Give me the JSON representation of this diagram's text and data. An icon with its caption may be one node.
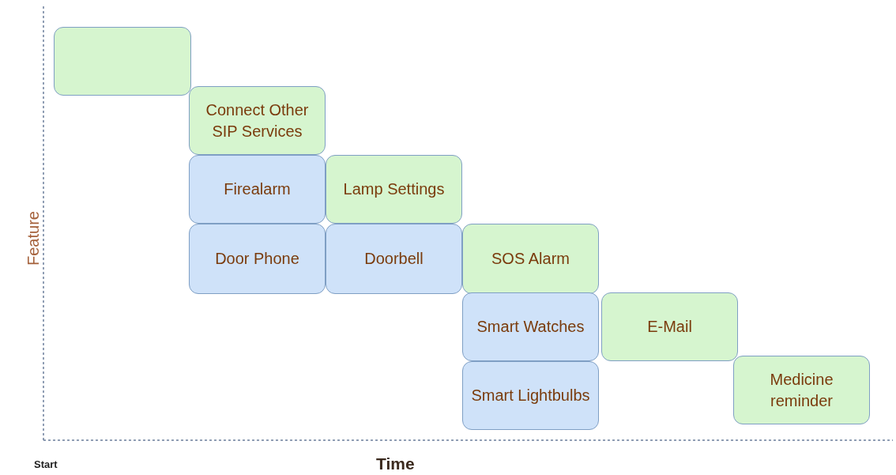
{
  "diagram": {
    "nodes": [
      {
        "text": [],
        "shape": "box"
      },
      {
        "text": [
          "Connect Other SIP Services"
        ]
      },
      {
        "text": [
          "Firealarm"
        ]
      },
      {
        "text": [
          "Lamp Settings"
        ]
      },
      {
        "text": [
          "Door Phone"
        ]
      },
      {
        "text": [
          "Doorbell"
        ]
      },
      {
        "text": [
          "SOS Alarm"
        ]
      },
      {
        "text": [
          "Smart Watches"
        ]
      },
      {
        "text": [
          "E-Mail"
        ]
      },
      {
        "text": [
          "Smart Lightbulbs"
        ]
      },
      {
        "text": [
          "Medicine reminder"
        ]
      }
    ],
    "edges": [],
    "labels": [
      "Feature",
      "Start",
      "Time"
    ]
  }
}
